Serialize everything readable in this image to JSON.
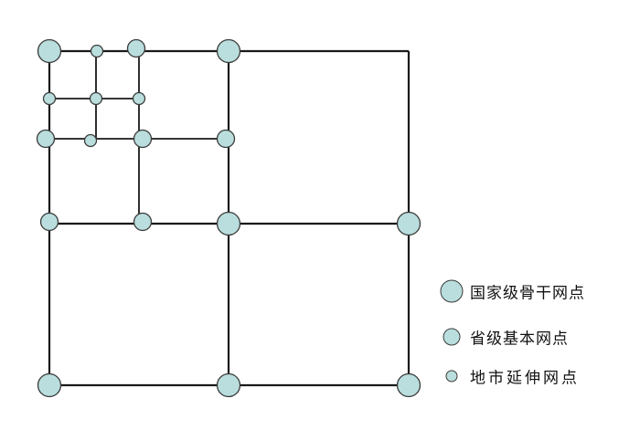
{
  "colors": {
    "node_fill": "#b9dedd",
    "node_stroke": "#3b3b3b",
    "line": "#1a1a1a"
  },
  "diagram": {
    "node_types": [
      {
        "id": "national",
        "label": "国家级骨干网点"
      },
      {
        "id": "provincial",
        "label": "省级基本网点"
      },
      {
        "id": "city",
        "label": "地市延伸网点"
      }
    ]
  },
  "legend": {
    "items": [
      {
        "type": "national",
        "label": "国家级骨干网点"
      },
      {
        "type": "provincial",
        "label": "省级基本网点"
      },
      {
        "type": "city",
        "label": "地市延伸网点"
      }
    ]
  }
}
